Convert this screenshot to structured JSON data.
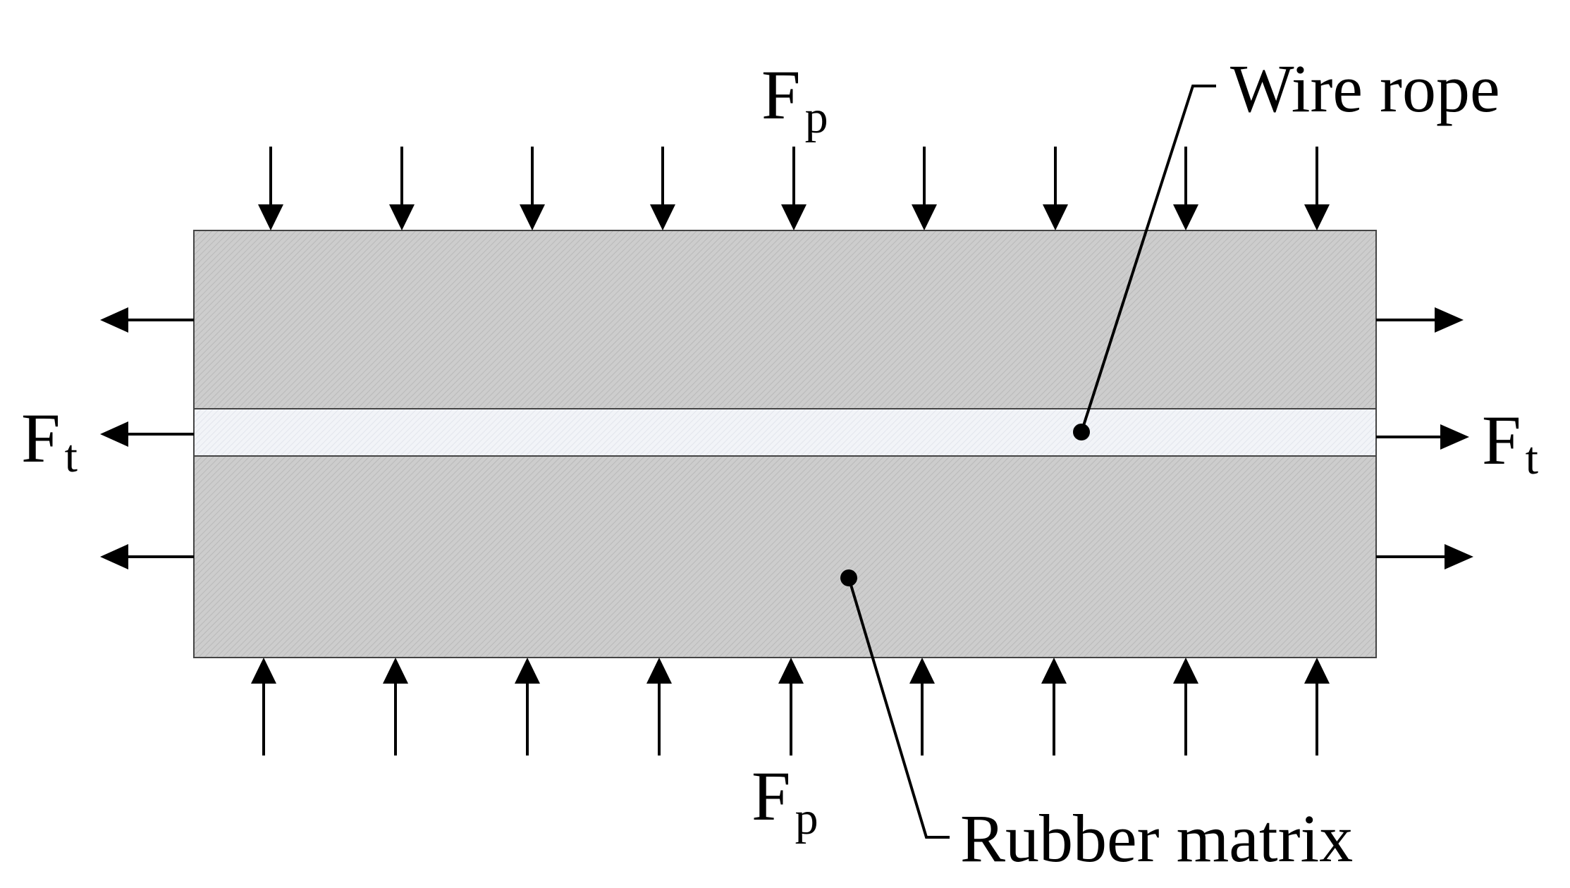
{
  "labels": {
    "fp_main": "F",
    "fp_sub": "p",
    "ft_main": "F",
    "ft_sub": "t",
    "wire_rope": "Wire rope",
    "rubber_matrix": "Rubber matrix"
  },
  "colors": {
    "rubber_fill": "#c9c9c9",
    "wire_fill": "#eef1f6",
    "stroke": "#000000"
  }
}
